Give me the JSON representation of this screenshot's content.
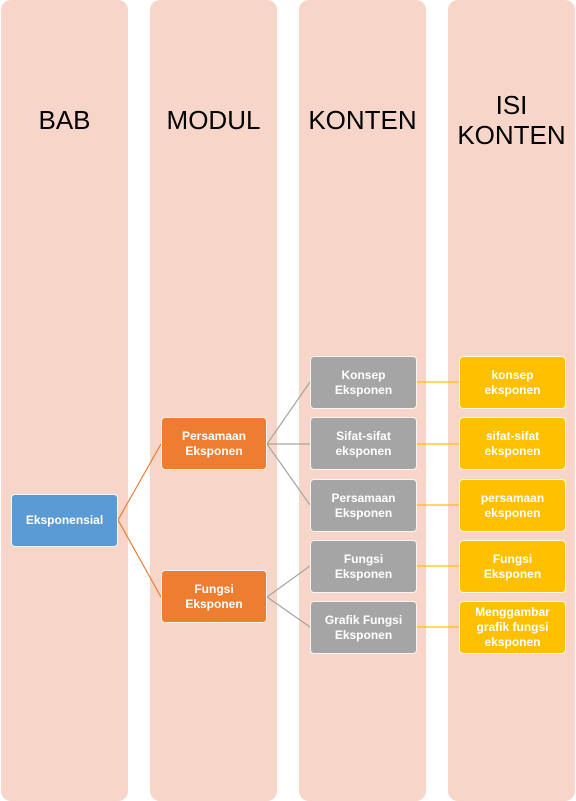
{
  "columns": [
    {
      "title": "BAB"
    },
    {
      "title": "MODUL"
    },
    {
      "title": "KONTEN"
    },
    {
      "title": "ISI\nKONTEN"
    }
  ],
  "colors": {
    "column_bg": "#f8d5c9",
    "bab": "#5b9bd5",
    "modul": "#ed7d31",
    "konten": "#a5a5a5",
    "isi": "#ffc000",
    "line_orange": "#ed7d31",
    "line_gray": "#a5a5a5",
    "line_yellow": "#ffc000"
  },
  "nodes": {
    "bab": "Eksponensial",
    "modul_1": "Persamaan\nEksponen",
    "modul_2": "Fungsi Eksponen",
    "konten_1": "Konsep\nEksponen",
    "konten_2": "Sifat-sifat\neksponen",
    "konten_3": "Persamaan\nEksponen",
    "konten_4": "Fungsi Eksponen",
    "konten_5": "Grafik Fungsi\nEksponen",
    "isi_1": "konsep eksponen",
    "isi_2": "sifat-sifat\neksponen",
    "isi_3": "persamaan\neksponen",
    "isi_4": "Fungsi Eksponen",
    "isi_5": "Menggambar\ngrafik fungsi\neksponen"
  }
}
